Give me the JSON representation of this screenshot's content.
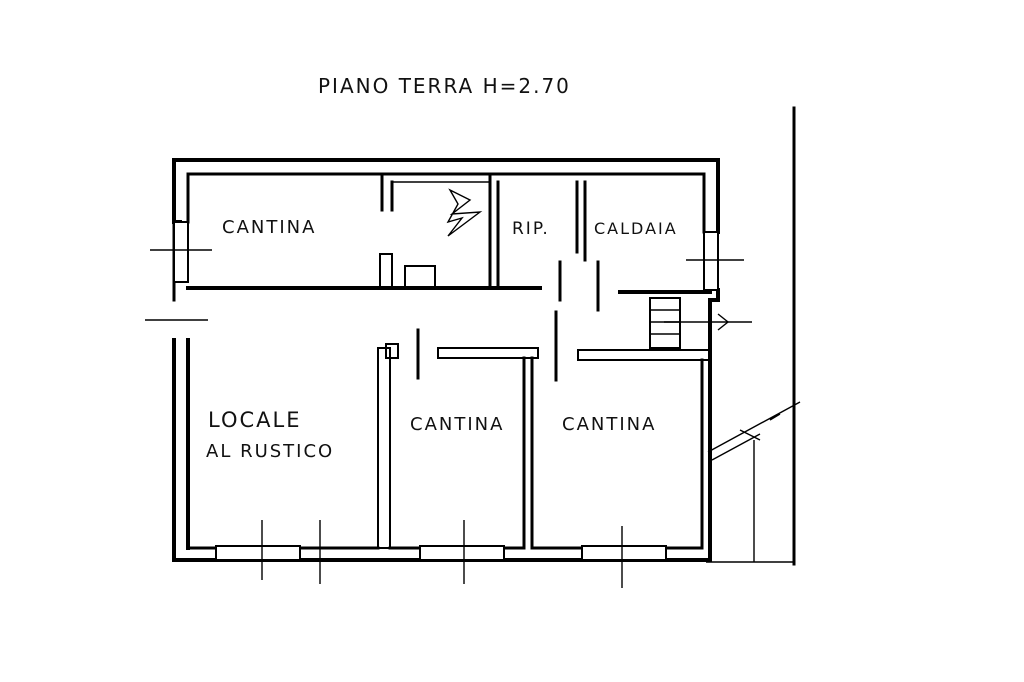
{
  "title": "PIANO TERRA H=2.70",
  "rooms": [
    {
      "id": "cantina-top",
      "label": "CANTINA"
    },
    {
      "id": "rip",
      "label": "RIP."
    },
    {
      "id": "caldaia",
      "label": "CALDAIA"
    },
    {
      "id": "locale-1",
      "label": "LOCALE"
    },
    {
      "id": "locale-2",
      "label": "AL RUSTICO"
    },
    {
      "id": "cantina-mid",
      "label": "CANTINA"
    },
    {
      "id": "cantina-right",
      "label": "CANTINA"
    }
  ],
  "colors": {
    "ink": "#000000",
    "paper": "#ffffff"
  }
}
